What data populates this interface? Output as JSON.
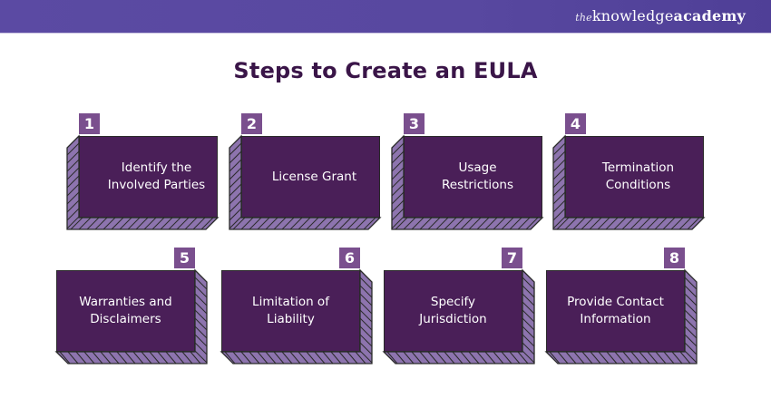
{
  "header": {
    "brand_the": "the",
    "brand_knowledge": "knowledge",
    "brand_academy": "academy"
  },
  "title": "Steps to Create an EULA",
  "colors": {
    "header_bg": "#5848a0",
    "title": "#3a1548",
    "box_face": "#4a1f58",
    "box_depth": "#8d74ae",
    "badge": "#7a4f8e"
  },
  "steps": [
    {
      "number": "1",
      "line1": "Identify the",
      "line2": "Involved Parties"
    },
    {
      "number": "2",
      "line1": "License Grant",
      "line2": ""
    },
    {
      "number": "3",
      "line1": "Usage",
      "line2": "Restrictions"
    },
    {
      "number": "4",
      "line1": "Termination",
      "line2": "Conditions"
    },
    {
      "number": "5",
      "line1": "Warranties and",
      "line2": "Disclaimers"
    },
    {
      "number": "6",
      "line1": "Limitation of",
      "line2": "Liability"
    },
    {
      "number": "7",
      "line1": "Specify",
      "line2": "Jurisdiction"
    },
    {
      "number": "8",
      "line1": "Provide Contact",
      "line2": "Information"
    }
  ]
}
